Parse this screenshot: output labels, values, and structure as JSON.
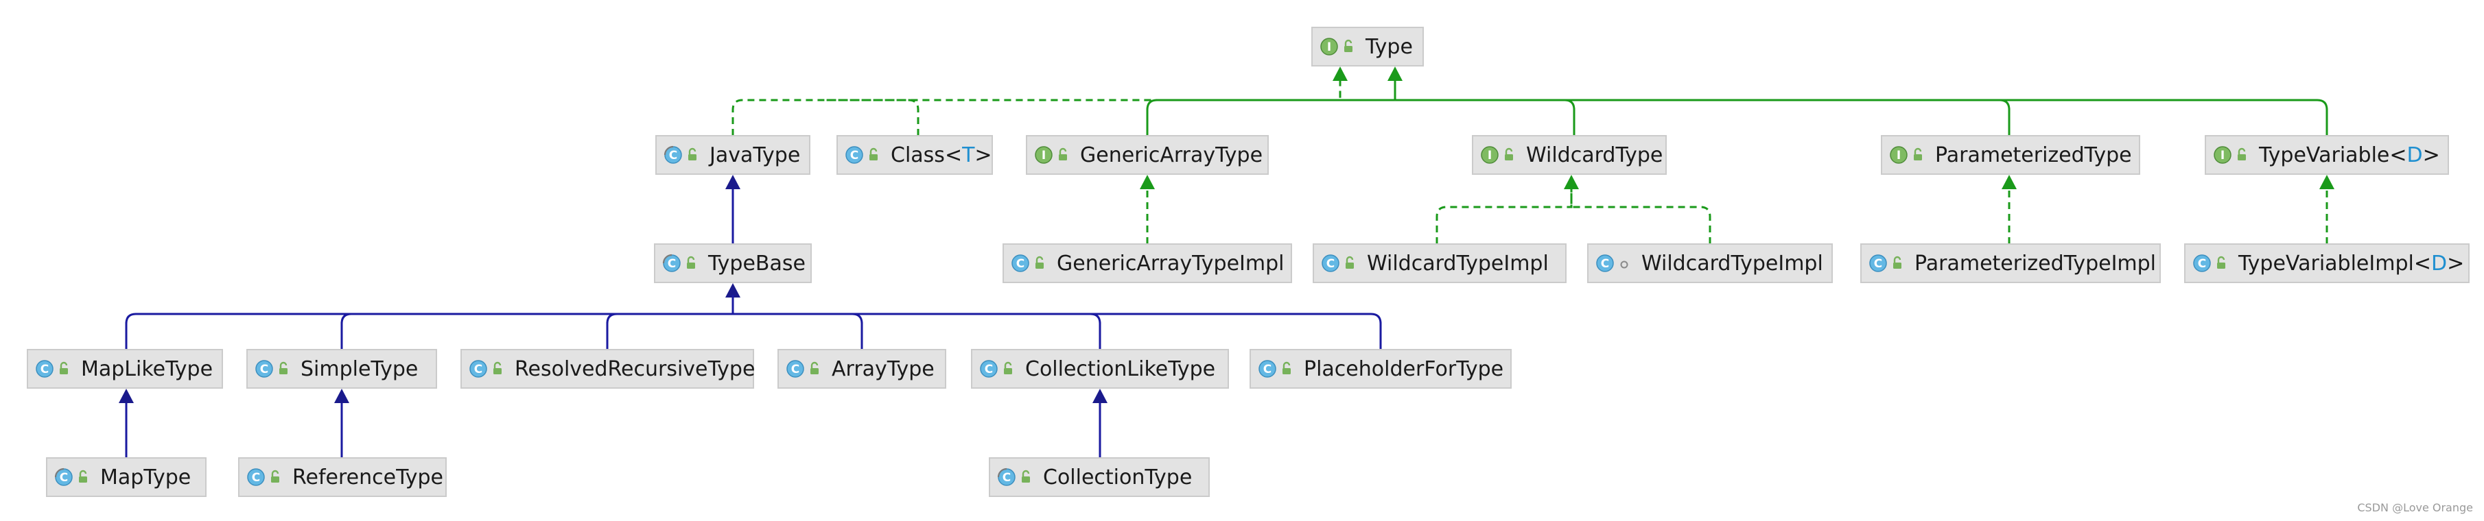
{
  "nodes": [
    {
      "id": "type",
      "kind": "interface",
      "name": "Type",
      "type_param": ""
    },
    {
      "id": "javatype",
      "kind": "abstract-class",
      "name": "JavaType",
      "type_param": ""
    },
    {
      "id": "class",
      "kind": "class",
      "name": "Class",
      "type_param": "T"
    },
    {
      "id": "genericarraytype",
      "kind": "interface",
      "name": "GenericArrayType",
      "type_param": ""
    },
    {
      "id": "wildcardtype",
      "kind": "interface",
      "name": "WildcardType",
      "type_param": ""
    },
    {
      "id": "parameterizedtype",
      "kind": "interface",
      "name": "ParameterizedType",
      "type_param": ""
    },
    {
      "id": "typevariable",
      "kind": "interface",
      "name": "TypeVariable",
      "type_param": "D"
    },
    {
      "id": "typebase",
      "kind": "abstract-class",
      "name": "TypeBase",
      "type_param": ""
    },
    {
      "id": "genericarraytypeimpl",
      "kind": "class",
      "name": "GenericArrayTypeImpl",
      "type_param": ""
    },
    {
      "id": "wildcardtypeimpl1",
      "kind": "class",
      "name": "WildcardTypeImpl",
      "type_param": ""
    },
    {
      "id": "wildcardtypeimpl2",
      "kind": "class-package",
      "name": "WildcardTypeImpl",
      "type_param": ""
    },
    {
      "id": "parameterizedtypeimpl",
      "kind": "class",
      "name": "ParameterizedTypeImpl",
      "type_param": ""
    },
    {
      "id": "typevariableimpl",
      "kind": "class",
      "name": "TypeVariableImpl",
      "type_param": "D"
    },
    {
      "id": "maplike",
      "kind": "class",
      "name": "MapLikeType",
      "type_param": ""
    },
    {
      "id": "simpletype",
      "kind": "class",
      "name": "SimpleType",
      "type_param": ""
    },
    {
      "id": "resolvedrecursive",
      "kind": "class",
      "name": "ResolvedRecursiveType",
      "type_param": ""
    },
    {
      "id": "arraytype",
      "kind": "class",
      "name": "ArrayType",
      "type_param": ""
    },
    {
      "id": "collectionlike",
      "kind": "class",
      "name": "CollectionLikeType",
      "type_param": ""
    },
    {
      "id": "placeholder",
      "kind": "class",
      "name": "PlaceholderForType",
      "type_param": ""
    },
    {
      "id": "maptype",
      "kind": "abstract-class",
      "name": "MapType",
      "type_param": ""
    },
    {
      "id": "referencetype",
      "kind": "class",
      "name": "ReferenceType",
      "type_param": ""
    },
    {
      "id": "collectiontype",
      "kind": "abstract-class",
      "name": "CollectionType",
      "type_param": ""
    }
  ],
  "edges": [
    {
      "from": "javatype",
      "to": "type",
      "style": "implements"
    },
    {
      "from": "class",
      "to": "type",
      "style": "implements"
    },
    {
      "from": "genericarraytype",
      "to": "type",
      "style": "extends-interface"
    },
    {
      "from": "wildcardtype",
      "to": "type",
      "style": "extends-interface"
    },
    {
      "from": "parameterizedtype",
      "to": "type",
      "style": "extends-interface"
    },
    {
      "from": "typevariable",
      "to": "type",
      "style": "extends-interface"
    },
    {
      "from": "typebase",
      "to": "javatype",
      "style": "extends-class"
    },
    {
      "from": "genericarraytypeimpl",
      "to": "genericarraytype",
      "style": "implements"
    },
    {
      "from": "wildcardtypeimpl1",
      "to": "wildcardtype",
      "style": "implements"
    },
    {
      "from": "wildcardtypeimpl2",
      "to": "wildcardtype",
      "style": "implements"
    },
    {
      "from": "parameterizedtypeimpl",
      "to": "parameterizedtype",
      "style": "implements"
    },
    {
      "from": "typevariableimpl",
      "to": "typevariable",
      "style": "implements"
    },
    {
      "from": "maplike",
      "to": "typebase",
      "style": "extends-class"
    },
    {
      "from": "simpletype",
      "to": "typebase",
      "style": "extends-class"
    },
    {
      "from": "resolvedrecursive",
      "to": "typebase",
      "style": "extends-class"
    },
    {
      "from": "arraytype",
      "to": "typebase",
      "style": "extends-class"
    },
    {
      "from": "collectionlike",
      "to": "typebase",
      "style": "extends-class"
    },
    {
      "from": "placeholder",
      "to": "typebase",
      "style": "extends-class"
    },
    {
      "from": "maptype",
      "to": "maplike",
      "style": "extends-class"
    },
    {
      "from": "referencetype",
      "to": "simpletype",
      "style": "extends-class"
    },
    {
      "from": "collectiontype",
      "to": "collectionlike",
      "style": "extends-class"
    }
  ],
  "icons": {
    "class": "class-icon",
    "interface": "interface-icon",
    "public": "lock-icon",
    "package": "package-private-icon"
  },
  "colors": {
    "implements_edge": "#1a9a1a",
    "extends_class_edge": "#1a1aa0",
    "node_fill": "#e3e3e3",
    "type_param": "#1f8fd0"
  },
  "watermark": "CSDN @Love Orange"
}
